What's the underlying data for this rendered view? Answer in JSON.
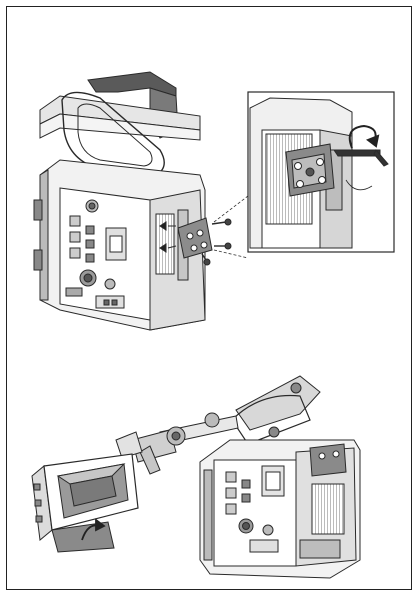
{
  "document": {
    "type": "assembly-instruction-page",
    "panels": [
      {
        "name": "top-mount-plate-assembly",
        "step_icon": "rotate-arrow-icon"
      },
      {
        "name": "monitor-arm-with-sunhood",
        "step_icon": "fold-arrow-icon"
      }
    ],
    "colors": {
      "line": "#2a2a2a",
      "shade": "#9a9a9a",
      "light": "#e4e4e4",
      "mid": "#c2c2c2",
      "dark": "#5a5a5a"
    }
  }
}
